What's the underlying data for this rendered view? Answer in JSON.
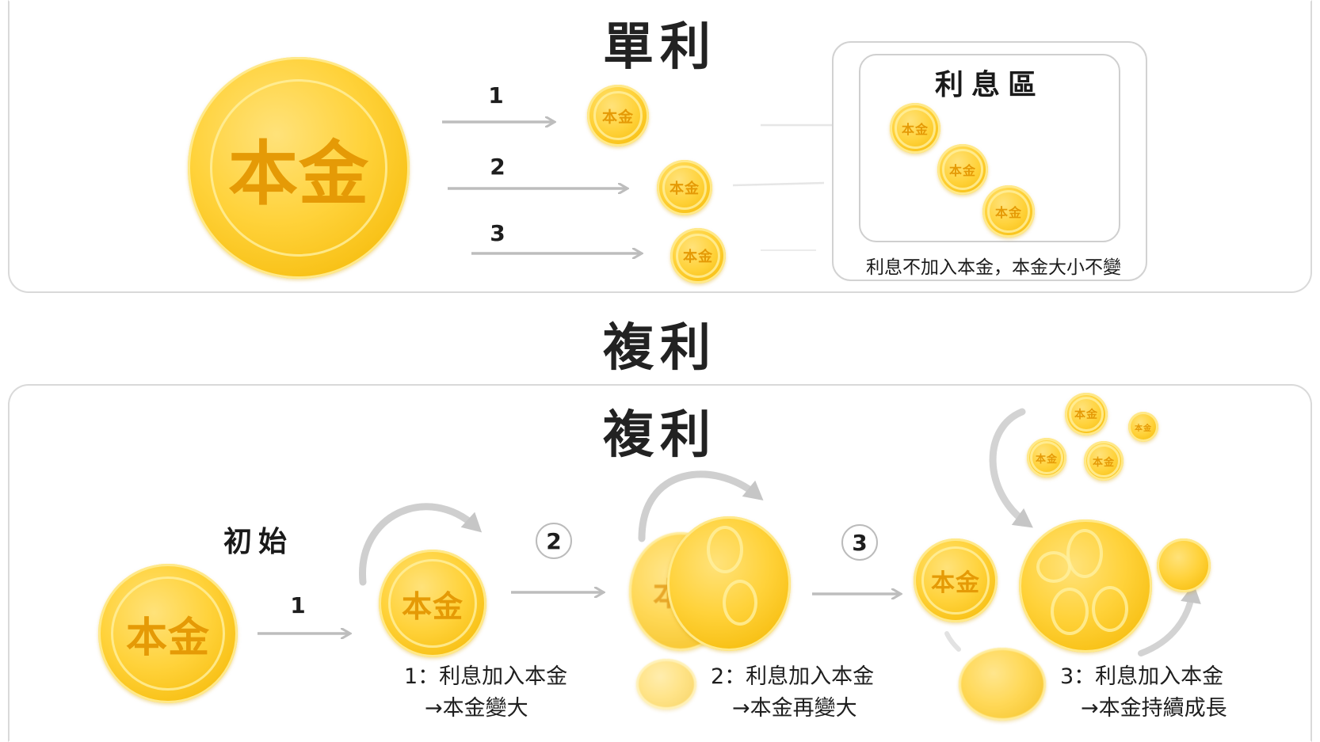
{
  "simple_interest": {
    "title": "單利",
    "principal_coin": "本金",
    "steps": [
      "1",
      "2",
      "3"
    ],
    "small_coin": "本金",
    "interest_zone": {
      "title": "利息區",
      "coins": [
        "本金",
        "本金",
        "本金"
      ],
      "note": "利息不加入本金，本金大小不變"
    }
  },
  "compound_interest": {
    "section_title": "複利",
    "panel_title": "複利",
    "initial_label": "初始",
    "initial_coin": "本金",
    "step1_number": "1",
    "step2_number": "2",
    "step3_number": "3",
    "coin_after_step1": "本金",
    "coin_before_step3": "本金",
    "partial_coin_text": "本",
    "top_coins": [
      "本金",
      "本金",
      "本金",
      "本金"
    ],
    "captions": [
      {
        "line1": "1：利息加入本金",
        "line2": "→本金變大"
      },
      {
        "line1": "2：利息加入本金",
        "line2": "→本金再變大"
      },
      {
        "line1": "3：利息加入本金",
        "line2": "→本金持續成長"
      }
    ]
  },
  "colors": {
    "coin_gold": "#ffd23a",
    "coin_text": "#e59a06",
    "arrow_gray": "#bdbdbd",
    "border_gray": "#d9d9d9"
  }
}
